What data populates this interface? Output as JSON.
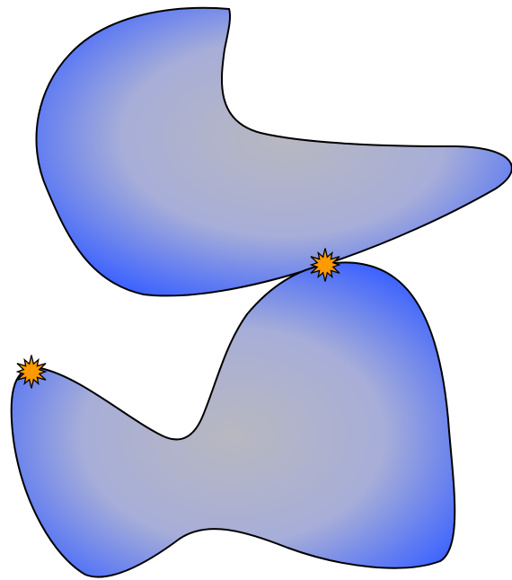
{
  "colors": {
    "background": "#ffffff",
    "blob_edge": "#3d63ff",
    "blob_center": "#b8b8c0",
    "outline": "#000000",
    "marker_fill": "#ff9a00",
    "marker_stroke": "#000000"
  },
  "shapes": [
    {
      "name": "upper-blob",
      "kind": "blob"
    },
    {
      "name": "lower-blob",
      "kind": "blob"
    }
  ],
  "markers": [
    {
      "name": "burst-marker-junction",
      "icon": "starburst-icon"
    },
    {
      "name": "burst-marker-left",
      "icon": "starburst-icon"
    }
  ]
}
